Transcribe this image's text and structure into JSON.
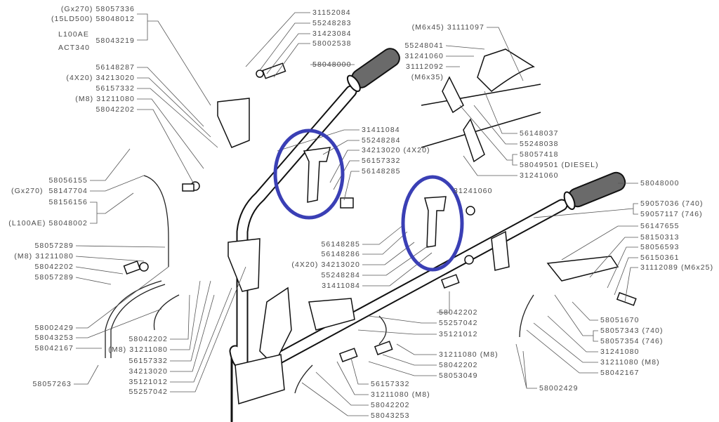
{
  "diagram_title": "",
  "highlight_color": "#3a3fb5",
  "part_labels": [
    "(Gx270) 58057336",
    "(15LD500) 58048012",
    "L100AE",
    "ACT340",
    "58043219",
    "56148287",
    "(4X20) 34213020",
    "56157332",
    "(M8) 31211080",
    "58042202",
    "58056155",
    "(Gx270)",
    "58147704",
    "58156156",
    "(L100AE) 58048002",
    "58057289",
    "(M8) 31211080",
    "58042202",
    "58057289",
    "58002429",
    "58043253",
    "58042167",
    "58057263",
    "58042202",
    "(M8) 31211080",
    "56157332",
    "34213020",
    "35121012",
    "55257042",
    "31152084",
    "55248283",
    "31423084",
    "58002538",
    "58048000",
    "31411084",
    "55248284",
    "34213020 (4X20)",
    "56157332",
    "56148285",
    "(M6x45) 31111097",
    "55248041",
    "31241060",
    "31112092",
    "(M6x35)",
    "56148037",
    "55248038",
    "58057418",
    "58049501 (DIESEL)",
    "31241060",
    "31241060",
    "56148285",
    "56148286",
    "(4X20) 34213020",
    "55248284",
    "31411084",
    "58048000",
    "59057036 (740)",
    "59057117 (746)",
    "56147655",
    "58150313",
    "58056593",
    "56150361",
    "31112089 (M6x25)",
    "58051670",
    "58057343 (740)",
    "58057354 (746)",
    "31241080",
    "31211080 (M8)",
    "58042167",
    "58042202",
    "55257042",
    "35121012",
    "31211080 (M8)",
    "58042202",
    "58053049",
    "56157332",
    "31211080 (M8)",
    "58042202",
    "58043253",
    "58002429"
  ]
}
